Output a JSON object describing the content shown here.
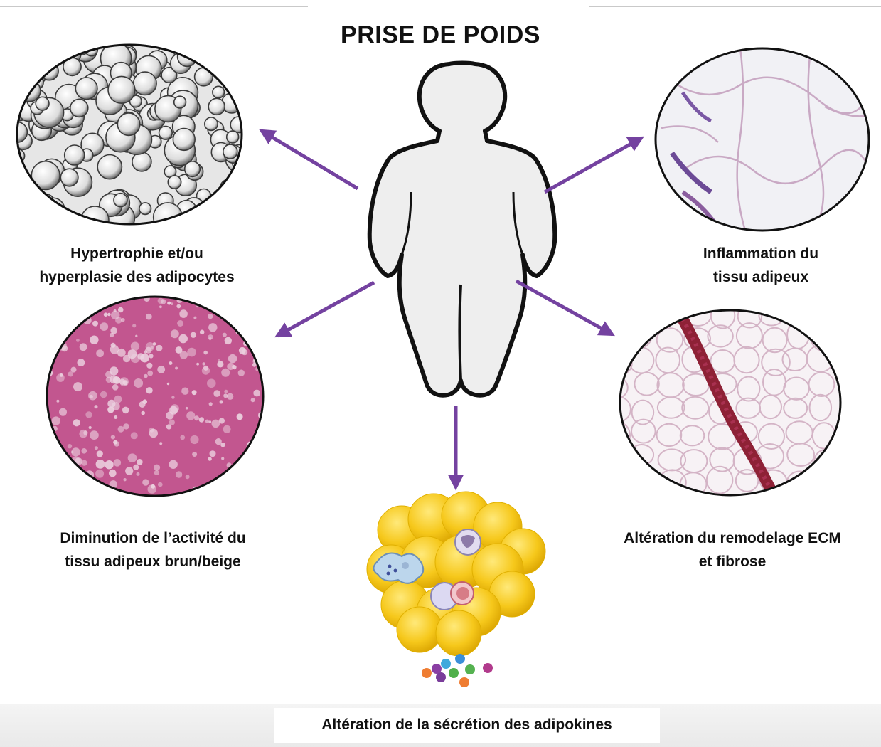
{
  "title": "PRISE DE POIDS",
  "labels": {
    "hypertrophy": "Hypertrophie et/ou\nhyperplasie des adipocytes",
    "inflammation": "Inflammation du\ntissu adipeux",
    "brown": "Diminution de l’activité du\ntissu adipeux brun/beige",
    "ecm": "Altération du remodelage ECM\net fibrose",
    "adipokines": "Altération de la sécrétion des adipokines"
  },
  "colors": {
    "arrow": "#7442a0",
    "silhouette_fill": "#eeeeee",
    "silhouette_stroke": "#111111",
    "fat_cell": "#f4c200",
    "he_stain": "#c2568f"
  }
}
